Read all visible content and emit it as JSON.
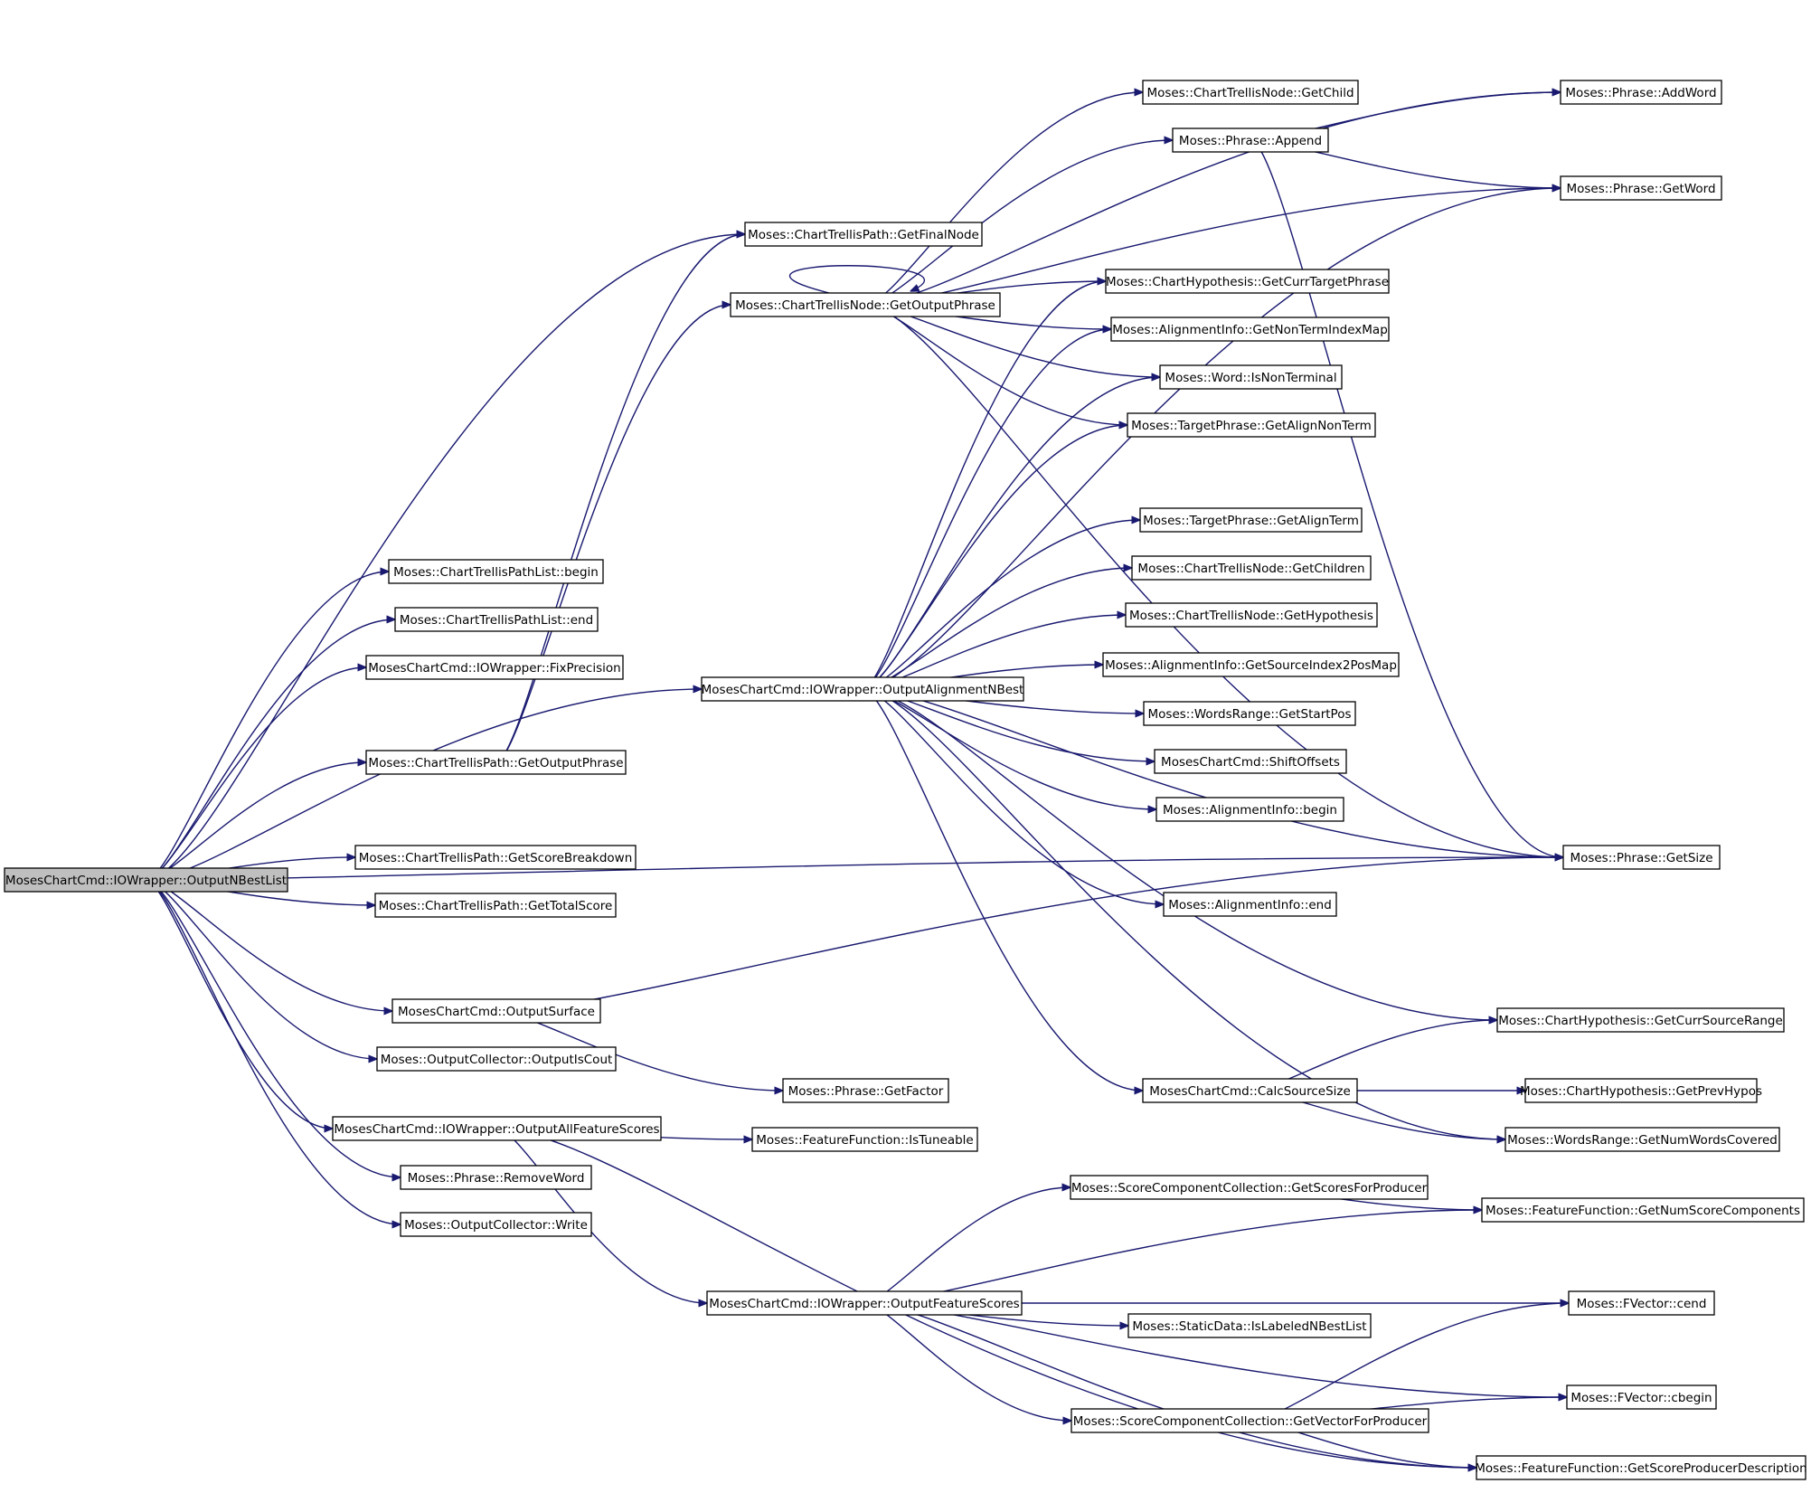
{
  "graph": {
    "edge_color": "#191970",
    "root_fill": "#bfbfbf",
    "node_fill": "#ffffff",
    "nodes": [
      {
        "id": "n0",
        "label": "MosesChartCmd::IOWrapper::OutputNBestList",
        "root": true
      },
      {
        "id": "n1",
        "label": "Moses::ChartTrellisPathList::begin"
      },
      {
        "id": "n2",
        "label": "Moses::ChartTrellisPathList::end"
      },
      {
        "id": "n3",
        "label": "MosesChartCmd::IOWrapper::FixPrecision"
      },
      {
        "id": "n4",
        "label": "Moses::ChartTrellisPath::GetOutputPhrase"
      },
      {
        "id": "n5",
        "label": "Moses::ChartTrellisPath::GetScoreBreakdown"
      },
      {
        "id": "n6",
        "label": "Moses::ChartTrellisPath::GetTotalScore"
      },
      {
        "id": "n7",
        "label": "MosesChartCmd::OutputSurface"
      },
      {
        "id": "n8",
        "label": "Moses::OutputCollector::OutputIsCout"
      },
      {
        "id": "n9",
        "label": "MosesChartCmd::IOWrapper::OutputAllFeatureScores"
      },
      {
        "id": "n10",
        "label": "Moses::Phrase::RemoveWord"
      },
      {
        "id": "n11",
        "label": "Moses::OutputCollector::Write"
      },
      {
        "id": "n12",
        "label": "Moses::ChartTrellisPath::GetFinalNode"
      },
      {
        "id": "n13",
        "label": "Moses::ChartTrellisNode::GetOutputPhrase"
      },
      {
        "id": "n14",
        "label": "MosesChartCmd::IOWrapper::OutputAlignmentNBest"
      },
      {
        "id": "n15",
        "label": "Moses::Phrase::GetFactor"
      },
      {
        "id": "n16",
        "label": "Moses::FeatureFunction::IsTuneable"
      },
      {
        "id": "n17",
        "label": "MosesChartCmd::IOWrapper::OutputFeatureScores"
      },
      {
        "id": "n18",
        "label": "Moses::ChartTrellisNode::GetChild"
      },
      {
        "id": "n19",
        "label": "Moses::Phrase::Append"
      },
      {
        "id": "n20",
        "label": "Moses::ChartHypothesis::GetCurrTargetPhrase"
      },
      {
        "id": "n21",
        "label": "Moses::AlignmentInfo::GetNonTermIndexMap"
      },
      {
        "id": "n22",
        "label": "Moses::Word::IsNonTerminal"
      },
      {
        "id": "n23",
        "label": "Moses::TargetPhrase::GetAlignNonTerm"
      },
      {
        "id": "n24",
        "label": "Moses::TargetPhrase::GetAlignTerm"
      },
      {
        "id": "n25",
        "label": "Moses::ChartTrellisNode::GetChildren"
      },
      {
        "id": "n26",
        "label": "Moses::ChartTrellisNode::GetHypothesis"
      },
      {
        "id": "n27",
        "label": "Moses::AlignmentInfo::GetSourceIndex2PosMap"
      },
      {
        "id": "n28",
        "label": "Moses::WordsRange::GetStartPos"
      },
      {
        "id": "n29",
        "label": "MosesChartCmd::ShiftOffsets"
      },
      {
        "id": "n30",
        "label": "Moses::AlignmentInfo::begin"
      },
      {
        "id": "n31",
        "label": "Moses::AlignmentInfo::end"
      },
      {
        "id": "n32",
        "label": "MosesChartCmd::CalcSourceSize"
      },
      {
        "id": "n33",
        "label": "Moses::ScoreComponentCollection::GetScoresForProducer"
      },
      {
        "id": "n34",
        "label": "Moses::StaticData::IsLabeledNBestList"
      },
      {
        "id": "n35",
        "label": "Moses::ScoreComponentCollection::GetVectorForProducer"
      },
      {
        "id": "n36",
        "label": "Moses::Phrase::AddWord"
      },
      {
        "id": "n37",
        "label": "Moses::Phrase::GetWord"
      },
      {
        "id": "n38",
        "label": "Moses::Phrase::GetSize"
      },
      {
        "id": "n39",
        "label": "Moses::ChartHypothesis::GetCurrSourceRange"
      },
      {
        "id": "n40",
        "label": "Moses::ChartHypothesis::GetPrevHypos"
      },
      {
        "id": "n41",
        "label": "Moses::WordsRange::GetNumWordsCovered"
      },
      {
        "id": "n42",
        "label": "Moses::FeatureFunction::GetNumScoreComponents"
      },
      {
        "id": "n43",
        "label": "Moses::FVector::cend"
      },
      {
        "id": "n44",
        "label": "Moses::FVector::cbegin"
      },
      {
        "id": "n45",
        "label": "Moses::FeatureFunction::GetScoreProducerDescription"
      }
    ],
    "edges": [
      [
        "n0",
        "n1"
      ],
      [
        "n0",
        "n2"
      ],
      [
        "n0",
        "n3"
      ],
      [
        "n0",
        "n4"
      ],
      [
        "n0",
        "n5"
      ],
      [
        "n0",
        "n6"
      ],
      [
        "n0",
        "n7"
      ],
      [
        "n0",
        "n8"
      ],
      [
        "n0",
        "n9"
      ],
      [
        "n0",
        "n10"
      ],
      [
        "n0",
        "n11"
      ],
      [
        "n0",
        "n12"
      ],
      [
        "n0",
        "n14"
      ],
      [
        "n0",
        "n38"
      ],
      [
        "n4",
        "n12"
      ],
      [
        "n4",
        "n13"
      ],
      [
        "n7",
        "n15"
      ],
      [
        "n7",
        "n38"
      ],
      [
        "n9",
        "n16"
      ],
      [
        "n9",
        "n17"
      ],
      [
        "n9",
        "n45"
      ],
      [
        "n13",
        "n13"
      ],
      [
        "n13",
        "n18"
      ],
      [
        "n13",
        "n19"
      ],
      [
        "n13",
        "n36"
      ],
      [
        "n13",
        "n37"
      ],
      [
        "n13",
        "n38"
      ],
      [
        "n13",
        "n20"
      ],
      [
        "n13",
        "n21"
      ],
      [
        "n13",
        "n22"
      ],
      [
        "n13",
        "n23"
      ],
      [
        "n19",
        "n36"
      ],
      [
        "n19",
        "n37"
      ],
      [
        "n19",
        "n38"
      ],
      [
        "n14",
        "n20"
      ],
      [
        "n14",
        "n21"
      ],
      [
        "n14",
        "n22"
      ],
      [
        "n14",
        "n23"
      ],
      [
        "n14",
        "n37"
      ],
      [
        "n14",
        "n24"
      ],
      [
        "n14",
        "n25"
      ],
      [
        "n14",
        "n26"
      ],
      [
        "n14",
        "n27"
      ],
      [
        "n14",
        "n28"
      ],
      [
        "n14",
        "n29"
      ],
      [
        "n14",
        "n30"
      ],
      [
        "n14",
        "n31"
      ],
      [
        "n14",
        "n38"
      ],
      [
        "n14",
        "n39"
      ],
      [
        "n14",
        "n32"
      ],
      [
        "n14",
        "n41"
      ],
      [
        "n32",
        "n39"
      ],
      [
        "n32",
        "n40"
      ],
      [
        "n32",
        "n41"
      ],
      [
        "n17",
        "n33"
      ],
      [
        "n17",
        "n42"
      ],
      [
        "n17",
        "n43"
      ],
      [
        "n17",
        "n34"
      ],
      [
        "n17",
        "n44"
      ],
      [
        "n17",
        "n35"
      ],
      [
        "n17",
        "n45"
      ],
      [
        "n33",
        "n42"
      ],
      [
        "n35",
        "n43"
      ],
      [
        "n35",
        "n44"
      ],
      [
        "n35",
        "n45"
      ]
    ]
  }
}
